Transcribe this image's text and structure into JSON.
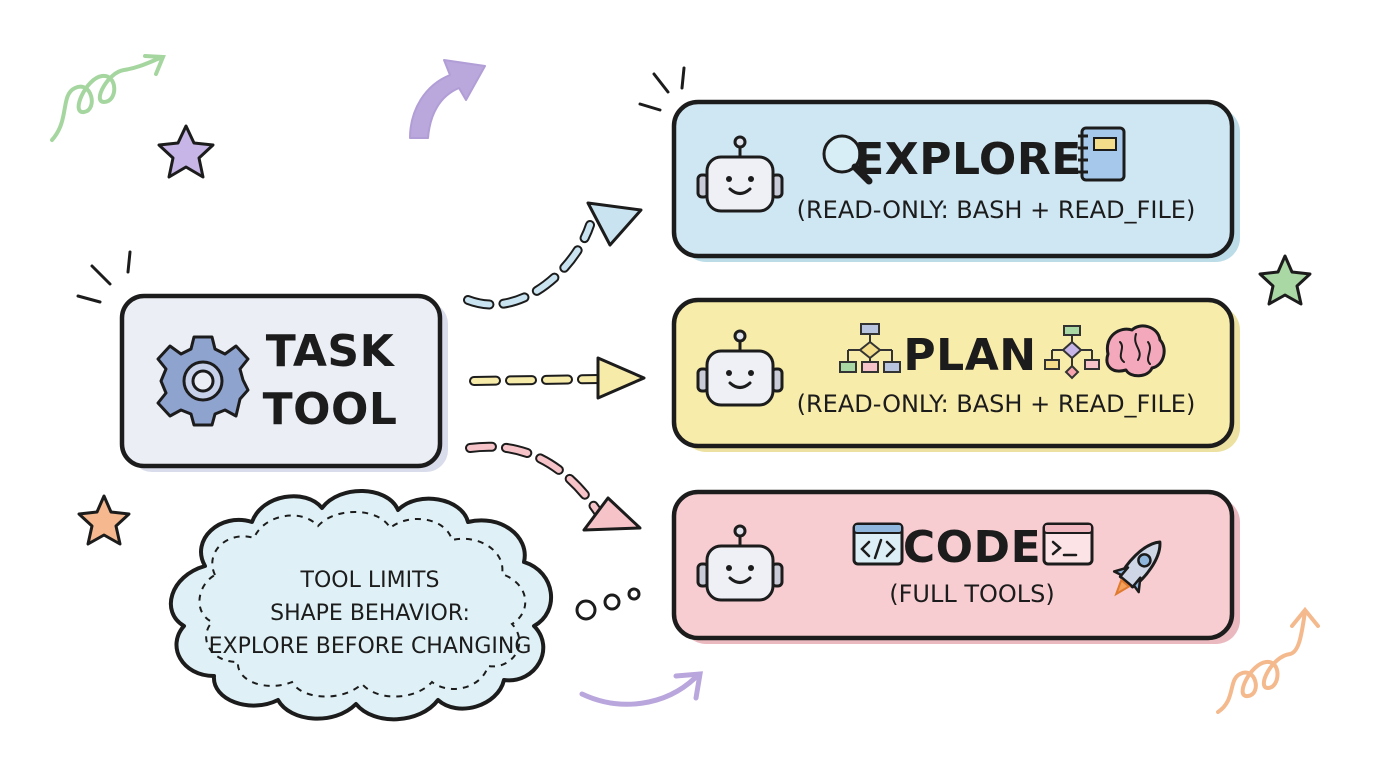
{
  "diagram": {
    "task_tool": {
      "line1": "TASK",
      "line2": "TOOL",
      "icon": "gear-icon",
      "fill": "#eceef6"
    },
    "agents": [
      {
        "title": "EXPLORE",
        "subtitle": "(READ-ONLY: BASH + READ_FILE)",
        "fill": "#cfe6f3",
        "icons": [
          "robot-icon",
          "magnifier-icon",
          "notebook-icon"
        ]
      },
      {
        "title": "PLAN",
        "subtitle": "(READ-ONLY: BASH + READ_FILE)",
        "fill": "#f8ecaa",
        "icons": [
          "robot-icon",
          "flowchart-icon",
          "flowchart-icon",
          "brain-icon"
        ]
      },
      {
        "title": "CODE",
        "subtitle": "(FULL TOOLS)",
        "fill": "#f8cdd2",
        "icons": [
          "robot-icon",
          "code-window-icon",
          "terminal-window-icon",
          "rocket-icon"
        ]
      }
    ],
    "thought": {
      "line1": "TOOL LIMITS",
      "line2": "SHAPE BEHAVIOR:",
      "line3": "EXPLORE BEFORE CHANGING"
    }
  },
  "colors": {
    "ink": "#1c1c1c",
    "explore_arrow": "#c9e4f0",
    "plan_arrow": "#f7ebaa",
    "code_arrow": "#f6c3c9",
    "purple": "#b9a6dc",
    "green": "#a6d6a0",
    "orange": "#f4b98d"
  }
}
